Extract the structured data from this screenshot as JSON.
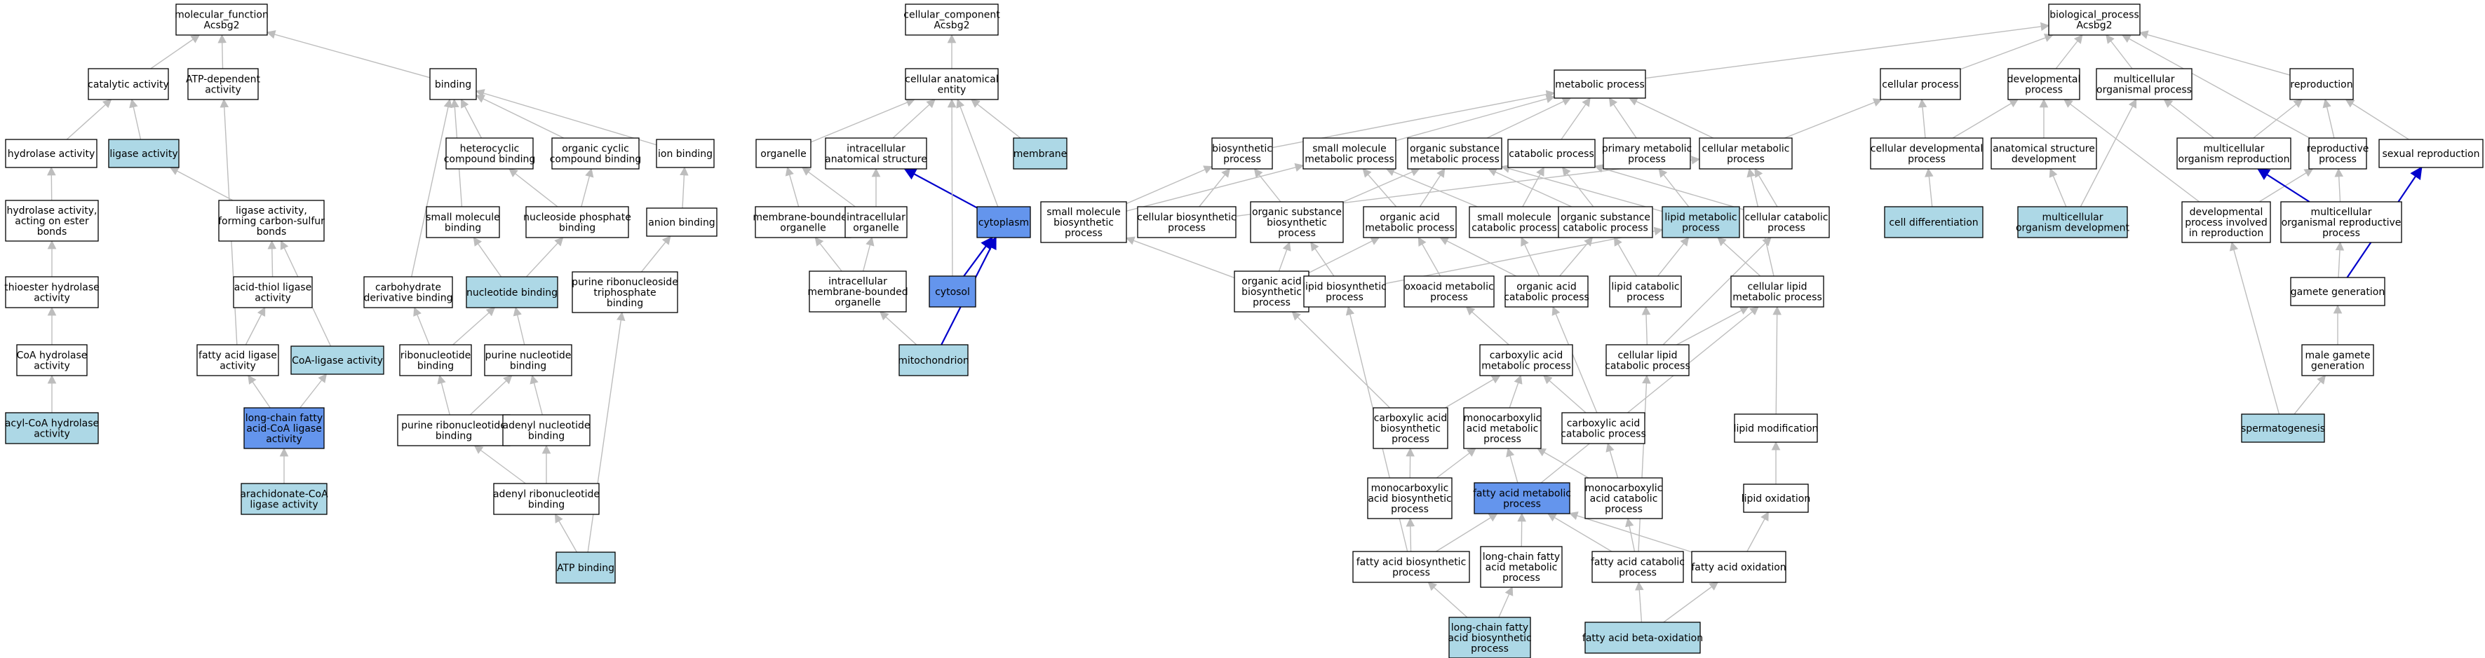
{
  "colors": {
    "plain": "#ffffff",
    "light": "#add8e6",
    "strong": "#6495ed",
    "edge": "#bdbdbd",
    "edge_highlight": "#0000cc"
  },
  "nodes": [
    {
      "id": "mf",
      "text": "molecular_function\nAcsbg2",
      "style": "plain"
    },
    {
      "id": "catalytic",
      "text": "catalytic activity",
      "style": "plain"
    },
    {
      "id": "atp_dep",
      "text": "ATP-dependent\nactivity",
      "style": "plain"
    },
    {
      "id": "binding",
      "text": "binding",
      "style": "plain"
    },
    {
      "id": "hydrolase",
      "text": "hydrolase activity",
      "style": "plain"
    },
    {
      "id": "ligase",
      "text": "ligase activity",
      "style": "light"
    },
    {
      "id": "heterocyclic",
      "text": "heterocyclic\ncompound binding",
      "style": "plain"
    },
    {
      "id": "organic_cyclic",
      "text": "organic cyclic\ncompound binding",
      "style": "plain"
    },
    {
      "id": "ion",
      "text": "ion binding",
      "style": "plain"
    },
    {
      "id": "hydro_ester",
      "text": "hydrolase activity,\nacting on ester\nbonds",
      "style": "plain"
    },
    {
      "id": "ligase_cs",
      "text": "ligase activity,\nforming carbon-sulfur\nbonds",
      "style": "plain"
    },
    {
      "id": "small_mol_b",
      "text": "small molecule\nbinding",
      "style": "plain"
    },
    {
      "id": "nuc_phos",
      "text": "nucleoside phosphate\nbinding",
      "style": "plain"
    },
    {
      "id": "anion",
      "text": "anion binding",
      "style": "plain"
    },
    {
      "id": "thioester",
      "text": "thioester hydrolase\nactivity",
      "style": "plain"
    },
    {
      "id": "acid_thiol",
      "text": "acid-thiol ligase\nactivity",
      "style": "plain"
    },
    {
      "id": "carb_deriv",
      "text": "carbohydrate\nderivative binding",
      "style": "plain"
    },
    {
      "id": "nucleotide_b",
      "text": "nucleotide binding",
      "style": "light"
    },
    {
      "id": "purine_ntp",
      "text": "purine ribonucleoside\ntriphosphate\nbinding",
      "style": "plain"
    },
    {
      "id": "coa_hydro",
      "text": "CoA hydrolase\nactivity",
      "style": "plain"
    },
    {
      "id": "fa_ligase",
      "text": "fatty acid ligase\nactivity",
      "style": "plain"
    },
    {
      "id": "coa_ligase",
      "text": "CoA-ligase activity",
      "style": "light"
    },
    {
      "id": "ribonuc_b",
      "text": "ribonucleotide\nbinding",
      "style": "plain"
    },
    {
      "id": "purine_nuc_b",
      "text": "purine nucleotide\nbinding",
      "style": "plain"
    },
    {
      "id": "acyl_coa",
      "text": "acyl-CoA hydrolase\nactivity",
      "style": "light"
    },
    {
      "id": "lc_fa_coa",
      "text": "long-chain fatty\nacid-CoA ligase\nactivity",
      "style": "strong"
    },
    {
      "id": "purine_ribo_b",
      "text": "purine ribonucleotide\nbinding",
      "style": "plain"
    },
    {
      "id": "adenyl_nuc_b",
      "text": "adenyl nucleotide\nbinding",
      "style": "plain"
    },
    {
      "id": "arachidonate",
      "text": "arachidonate-CoA\nligase activity",
      "style": "light"
    },
    {
      "id": "adenyl_ribo_b",
      "text": "adenyl ribonucleotide\nbinding",
      "style": "plain"
    },
    {
      "id": "atp_b",
      "text": "ATP binding",
      "style": "light"
    },
    {
      "id": "cc",
      "text": "cellular_component\nAcsbg2",
      "style": "plain"
    },
    {
      "id": "cae",
      "text": "cellular anatomical\nentity",
      "style": "plain"
    },
    {
      "id": "organelle",
      "text": "organelle",
      "style": "plain"
    },
    {
      "id": "intra_anat",
      "text": "intracellular\nanatomical structure",
      "style": "plain"
    },
    {
      "id": "membrane",
      "text": "membrane",
      "style": "light"
    },
    {
      "id": "mb_org",
      "text": "membrane-bounded\norganelle",
      "style": "plain"
    },
    {
      "id": "intra_org",
      "text": "intracellular\norganelle",
      "style": "plain"
    },
    {
      "id": "cytoplasm",
      "text": "cytoplasm",
      "style": "strong"
    },
    {
      "id": "intra_mb_org",
      "text": "intracellular\nmembrane-bounded\norganelle",
      "style": "plain"
    },
    {
      "id": "cytosol",
      "text": "cytosol",
      "style": "strong"
    },
    {
      "id": "mito",
      "text": "mitochondrion",
      "style": "light"
    },
    {
      "id": "bp",
      "text": "biological_process\nAcsbg2",
      "style": "plain"
    },
    {
      "id": "metabolic",
      "text": "metabolic process",
      "style": "plain"
    },
    {
      "id": "cellular_p",
      "text": "cellular process",
      "style": "plain"
    },
    {
      "id": "dev_p",
      "text": "developmental\nprocess",
      "style": "plain"
    },
    {
      "id": "multi_org",
      "text": "multicellular\norganismal process",
      "style": "plain"
    },
    {
      "id": "repro",
      "text": "reproduction",
      "style": "plain"
    },
    {
      "id": "biosynthetic",
      "text": "biosynthetic\nprocess",
      "style": "plain"
    },
    {
      "id": "small_mol_met",
      "text": "small molecule\nmetabolic process",
      "style": "plain"
    },
    {
      "id": "org_sub_met",
      "text": "organic substance\nmetabolic process",
      "style": "plain"
    },
    {
      "id": "catabolic",
      "text": "catabolic process",
      "style": "plain"
    },
    {
      "id": "primary_met",
      "text": "primary metabolic\nprocess",
      "style": "plain"
    },
    {
      "id": "cell_met",
      "text": "cellular metabolic\nprocess",
      "style": "plain"
    },
    {
      "id": "cell_dev",
      "text": "cellular developmental\nprocess",
      "style": "plain"
    },
    {
      "id": "anat_dev",
      "text": "anatomical structure\ndevelopment",
      "style": "plain"
    },
    {
      "id": "multi_org_repro",
      "text": "multicellular\norganism reproduction",
      "style": "plain"
    },
    {
      "id": "repro_p",
      "text": "reproductive\nprocess",
      "style": "plain"
    },
    {
      "id": "sexual",
      "text": "sexual reproduction",
      "style": "plain"
    },
    {
      "id": "small_mol_bio",
      "text": "small molecule\nbiosynthetic\nprocess",
      "style": "plain"
    },
    {
      "id": "cell_bio",
      "text": "cellular biosynthetic\nprocess",
      "style": "plain"
    },
    {
      "id": "org_sub_bio",
      "text": "organic substance\nbiosynthetic\nprocess",
      "style": "plain"
    },
    {
      "id": "org_acid_met",
      "text": "organic acid\nmetabolic process",
      "style": "plain"
    },
    {
      "id": "small_mol_cat",
      "text": "small molecule\ncatabolic process",
      "style": "plain"
    },
    {
      "id": "org_sub_cat",
      "text": "organic substance\ncatabolic process",
      "style": "plain"
    },
    {
      "id": "lipid_met",
      "text": "lipid metabolic\nprocess",
      "style": "light"
    },
    {
      "id": "cell_cat",
      "text": "cellular catabolic\nprocess",
      "style": "plain"
    },
    {
      "id": "cell_diff",
      "text": "cell differentiation",
      "style": "light"
    },
    {
      "id": "multi_dev",
      "text": "multicellular\norganism development",
      "style": "light"
    },
    {
      "id": "dev_repro",
      "text": "developmental\nprocess involved\nin reproduction",
      "style": "plain"
    },
    {
      "id": "multi_repro_p",
      "text": "multicellular\norganismal reproductive\nprocess",
      "style": "plain"
    },
    {
      "id": "org_acid_bio",
      "text": "organic acid\nbiosynthetic\nprocess",
      "style": "plain"
    },
    {
      "id": "lipid_bio",
      "text": "lipid biosynthetic\nprocess",
      "style": "plain"
    },
    {
      "id": "oxoacid",
      "text": "oxoacid metabolic\nprocess",
      "style": "plain"
    },
    {
      "id": "org_acid_cat",
      "text": "organic acid\ncatabolic process",
      "style": "plain"
    },
    {
      "id": "lipid_cat",
      "text": "lipid catabolic\nprocess",
      "style": "plain"
    },
    {
      "id": "cell_lipid_met",
      "text": "cellular lipid\nmetabolic process",
      "style": "plain"
    },
    {
      "id": "gamete_gen",
      "text": "gamete generation",
      "style": "plain"
    },
    {
      "id": "carbox_met",
      "text": "carboxylic acid\nmetabolic process",
      "style": "plain"
    },
    {
      "id": "cell_lipid_cat",
      "text": "cellular lipid\ncatabolic process",
      "style": "plain"
    },
    {
      "id": "male_gamete",
      "text": "male gamete\ngeneration",
      "style": "plain"
    },
    {
      "id": "carbox_bio",
      "text": "carboxylic acid\nbiosynthetic\nprocess",
      "style": "plain"
    },
    {
      "id": "monocarb_met",
      "text": "monocarboxylic\nacid metabolic\nprocess",
      "style": "plain"
    },
    {
      "id": "carbox_cat",
      "text": "carboxylic acid\ncatabolic process",
      "style": "plain"
    },
    {
      "id": "lipid_mod",
      "text": "lipid modification",
      "style": "plain"
    },
    {
      "id": "spermato",
      "text": "spermatogenesis",
      "style": "light"
    },
    {
      "id": "monocarb_bio",
      "text": "monocarboxylic\nacid biosynthetic\nprocess",
      "style": "plain"
    },
    {
      "id": "fa_met",
      "text": "fatty acid metabolic\nprocess",
      "style": "strong"
    },
    {
      "id": "monocarb_cat",
      "text": "monocarboxylic\nacid catabolic\nprocess",
      "style": "plain"
    },
    {
      "id": "lipid_ox",
      "text": "lipid oxidation",
      "style": "plain"
    },
    {
      "id": "fa_bio",
      "text": "fatty acid biosynthetic\nprocess",
      "style": "plain"
    },
    {
      "id": "lc_fa_met",
      "text": "long-chain fatty\nacid metabolic\nprocess",
      "style": "plain"
    },
    {
      "id": "fa_cat",
      "text": "fatty acid catabolic\nprocess",
      "style": "plain"
    },
    {
      "id": "fa_ox",
      "text": "fatty acid oxidation",
      "style": "plain"
    },
    {
      "id": "lc_fa_bio",
      "text": "long-chain fatty\nacid biosynthetic\nprocess",
      "style": "light"
    },
    {
      "id": "fa_beta",
      "text": "fatty acid beta-oxidation",
      "style": "light"
    }
  ],
  "edges": [
    [
      "catalytic",
      "mf"
    ],
    [
      "atp_dep",
      "mf"
    ],
    [
      "binding",
      "mf"
    ],
    [
      "hydrolase",
      "catalytic"
    ],
    [
      "ligase",
      "catalytic"
    ],
    [
      "heterocyclic",
      "binding"
    ],
    [
      "organic_cyclic",
      "binding"
    ],
    [
      "ion",
      "binding"
    ],
    [
      "small_mol_b",
      "binding"
    ],
    [
      "carb_deriv",
      "binding"
    ],
    [
      "hydro_ester",
      "hydrolase"
    ],
    [
      "ligase_cs",
      "ligase"
    ],
    [
      "nuc_phos",
      "heterocyclic"
    ],
    [
      "nuc_phos",
      "organic_cyclic"
    ],
    [
      "anion",
      "ion"
    ],
    [
      "thioester",
      "hydro_ester"
    ],
    [
      "acid_thiol",
      "ligase_cs"
    ],
    [
      "coa_ligase",
      "ligase_cs"
    ],
    [
      "nucleotide_b",
      "small_mol_b"
    ],
    [
      "nucleotide_b",
      "nuc_phos"
    ],
    [
      "purine_ntp",
      "anion"
    ],
    [
      "coa_hydro",
      "thioester"
    ],
    [
      "fa_ligase",
      "acid_thiol"
    ],
    [
      "fa_ligase",
      "atp_dep"
    ],
    [
      "ribonuc_b",
      "nucleotide_b"
    ],
    [
      "ribonuc_b",
      "carb_deriv"
    ],
    [
      "purine_nuc_b",
      "nucleotide_b"
    ],
    [
      "acyl_coa",
      "coa_hydro"
    ],
    [
      "lc_fa_coa",
      "fa_ligase"
    ],
    [
      "lc_fa_coa",
      "coa_ligase"
    ],
    [
      "purine_ribo_b",
      "ribonuc_b"
    ],
    [
      "purine_ribo_b",
      "purine_nuc_b"
    ],
    [
      "adenyl_nuc_b",
      "purine_nuc_b"
    ],
    [
      "arachidonate",
      "lc_fa_coa"
    ],
    [
      "adenyl_ribo_b",
      "purine_ribo_b"
    ],
    [
      "adenyl_ribo_b",
      "adenyl_nuc_b"
    ],
    [
      "atp_b",
      "adenyl_ribo_b"
    ],
    [
      "atp_b",
      "purine_ntp"
    ],
    [
      "cae",
      "cc"
    ],
    [
      "organelle",
      "cae"
    ],
    [
      "intra_anat",
      "cae"
    ],
    [
      "membrane",
      "cae"
    ],
    [
      "mb_org",
      "organelle"
    ],
    [
      "intra_org",
      "organelle"
    ],
    [
      "intra_org",
      "intra_anat"
    ],
    [
      "cytoplasm",
      "intra_anat",
      "blue"
    ],
    [
      "cytoplasm",
      "cae"
    ],
    [
      "intra_mb_org",
      "mb_org"
    ],
    [
      "intra_mb_org",
      "intra_org"
    ],
    [
      "cytosol",
      "cytoplasm",
      "blue"
    ],
    [
      "cytosol",
      "cae"
    ],
    [
      "mito",
      "intra_mb_org"
    ],
    [
      "mito",
      "cytoplasm",
      "blue"
    ],
    [
      "metabolic",
      "bp"
    ],
    [
      "cellular_p",
      "bp"
    ],
    [
      "dev_p",
      "bp"
    ],
    [
      "multi_org",
      "bp"
    ],
    [
      "repro",
      "bp"
    ],
    [
      "biosynthetic",
      "metabolic"
    ],
    [
      "small_mol_met",
      "metabolic"
    ],
    [
      "org_sub_met",
      "metabolic"
    ],
    [
      "catabolic",
      "metabolic"
    ],
    [
      "primary_met",
      "metabolic"
    ],
    [
      "cell_met",
      "metabolic"
    ],
    [
      "cell_met",
      "cellular_p"
    ],
    [
      "cell_dev",
      "cellular_p"
    ],
    [
      "cell_dev",
      "dev_p"
    ],
    [
      "anat_dev",
      "dev_p"
    ],
    [
      "multi_org_repro",
      "multi_org"
    ],
    [
      "multi_org_repro",
      "repro"
    ],
    [
      "repro_p",
      "repro"
    ],
    [
      "repro_p",
      "bp"
    ],
    [
      "sexual",
      "repro"
    ],
    [
      "small_mol_bio",
      "small_mol_met"
    ],
    [
      "small_mol_bio",
      "biosynthetic"
    ],
    [
      "cell_bio",
      "biosynthetic"
    ],
    [
      "cell_bio",
      "cell_met"
    ],
    [
      "org_sub_bio",
      "biosynthetic"
    ],
    [
      "org_sub_bio",
      "org_sub_met"
    ],
    [
      "org_acid_met",
      "small_mol_met"
    ],
    [
      "org_acid_met",
      "org_sub_met"
    ],
    [
      "small_mol_cat",
      "small_mol_met"
    ],
    [
      "small_mol_cat",
      "catabolic"
    ],
    [
      "org_sub_cat",
      "org_sub_met"
    ],
    [
      "org_sub_cat",
      "catabolic"
    ],
    [
      "lipid_met",
      "primary_met"
    ],
    [
      "lipid_met",
      "org_sub_met"
    ],
    [
      "cell_cat",
      "catabolic"
    ],
    [
      "cell_cat",
      "cell_met"
    ],
    [
      "cell_diff",
      "cell_dev"
    ],
    [
      "multi_dev",
      "anat_dev"
    ],
    [
      "multi_dev",
      "multi_org"
    ],
    [
      "dev_repro",
      "dev_p"
    ],
    [
      "dev_repro",
      "repro_p"
    ],
    [
      "multi_repro_p",
      "multi_org_repro",
      "blue"
    ],
    [
      "multi_repro_p",
      "repro_p"
    ],
    [
      "org_acid_bio",
      "org_acid_met"
    ],
    [
      "org_acid_bio",
      "small_mol_bio"
    ],
    [
      "org_acid_bio",
      "org_sub_bio"
    ],
    [
      "lipid_bio",
      "lipid_met"
    ],
    [
      "lipid_bio",
      "org_sub_bio"
    ],
    [
      "oxoacid",
      "org_acid_met"
    ],
    [
      "org_acid_cat",
      "org_acid_met"
    ],
    [
      "org_acid_cat",
      "small_mol_cat"
    ],
    [
      "org_acid_cat",
      "org_sub_cat"
    ],
    [
      "lipid_cat",
      "lipid_met"
    ],
    [
      "lipid_cat",
      "org_sub_cat"
    ],
    [
      "cell_lipid_met",
      "lipid_met"
    ],
    [
      "cell_lipid_met",
      "cell_met"
    ],
    [
      "gamete_gen",
      "multi_repro_p"
    ],
    [
      "gamete_gen",
      "sexual",
      "blue"
    ],
    [
      "carbox_met",
      "oxoacid"
    ],
    [
      "cell_lipid_cat",
      "cell_lipid_met"
    ],
    [
      "cell_lipid_cat",
      "lipid_cat"
    ],
    [
      "cell_lipid_cat",
      "cell_cat"
    ],
    [
      "male_gamete",
      "gamete_gen"
    ],
    [
      "carbox_bio",
      "carbox_met"
    ],
    [
      "carbox_bio",
      "org_acid_bio"
    ],
    [
      "monocarb_met",
      "carbox_met"
    ],
    [
      "carbox_cat",
      "carbox_met"
    ],
    [
      "carbox_cat",
      "org_acid_cat"
    ],
    [
      "lipid_mod",
      "cell_lipid_met"
    ],
    [
      "spermato",
      "male_gamete"
    ],
    [
      "spermato",
      "dev_repro"
    ],
    [
      "monocarb_bio",
      "monocarb_met"
    ],
    [
      "monocarb_bio",
      "carbox_bio"
    ],
    [
      "fa_met",
      "monocarb_met"
    ],
    [
      "fa_met",
      "cell_lipid_met"
    ],
    [
      "monocarb_cat",
      "monocarb_met"
    ],
    [
      "monocarb_cat",
      "carbox_cat"
    ],
    [
      "lipid_ox",
      "lipid_mod"
    ],
    [
      "fa_bio",
      "fa_met"
    ],
    [
      "fa_bio",
      "monocarb_bio"
    ],
    [
      "fa_bio",
      "lipid_bio"
    ],
    [
      "lc_fa_met",
      "fa_met"
    ],
    [
      "fa_cat",
      "fa_met"
    ],
    [
      "fa_cat",
      "monocarb_cat"
    ],
    [
      "fa_cat",
      "cell_lipid_cat"
    ],
    [
      "fa_ox",
      "fa_met"
    ],
    [
      "fa_ox",
      "lipid_ox"
    ],
    [
      "lc_fa_bio",
      "fa_bio"
    ],
    [
      "lc_fa_bio",
      "lc_fa_met"
    ],
    [
      "fa_beta",
      "fa_cat"
    ],
    [
      "fa_beta",
      "fa_ox"
    ]
  ]
}
